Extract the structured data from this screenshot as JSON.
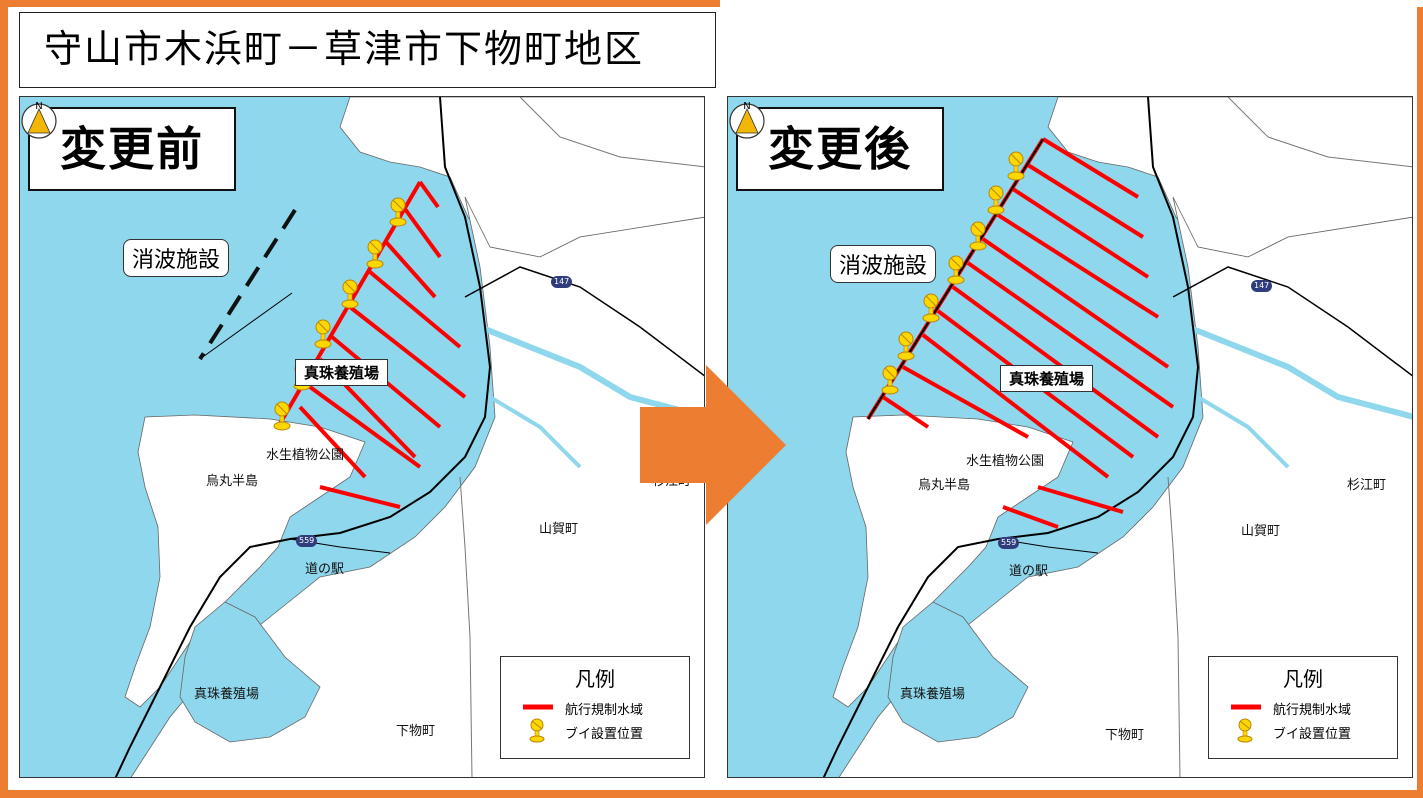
{
  "title": "守山市木浜町－草津市下物町地区",
  "colors": {
    "frame": "#ED7D31",
    "water": "#8FD7EC",
    "land": "#FFFFFF",
    "regulated_water": "#FF0000",
    "buoy": "#FFD700",
    "road": "#000000",
    "arrow": "#ED7D31"
  },
  "legend": {
    "title": "凡例",
    "items": [
      {
        "label": "航行規制水域",
        "symbol": "red-line"
      },
      {
        "label": "ブイ設置位置",
        "symbol": "buoy-icon"
      }
    ]
  },
  "compass": "N",
  "arrow_icon": "right-arrow-icon",
  "place_names": {
    "farm_main": "真珠養殖場",
    "farm_lower": "真珠養殖場",
    "park": "水生植物公園",
    "peninsula": "烏丸半島",
    "yamaga": "山賀町",
    "sugie": "杉江町",
    "station": "道の駅",
    "shimomono": "下物町",
    "route_147": "147",
    "route_559": "559"
  },
  "panels": [
    {
      "id": "before",
      "label": "変更前",
      "callout": "消波施設",
      "buoy_count": 6,
      "regulation_line_count": 11
    },
    {
      "id": "after",
      "label": "変更後",
      "callout": "消波施設",
      "buoy_count": 7,
      "regulation_line_count": 14
    }
  ]
}
